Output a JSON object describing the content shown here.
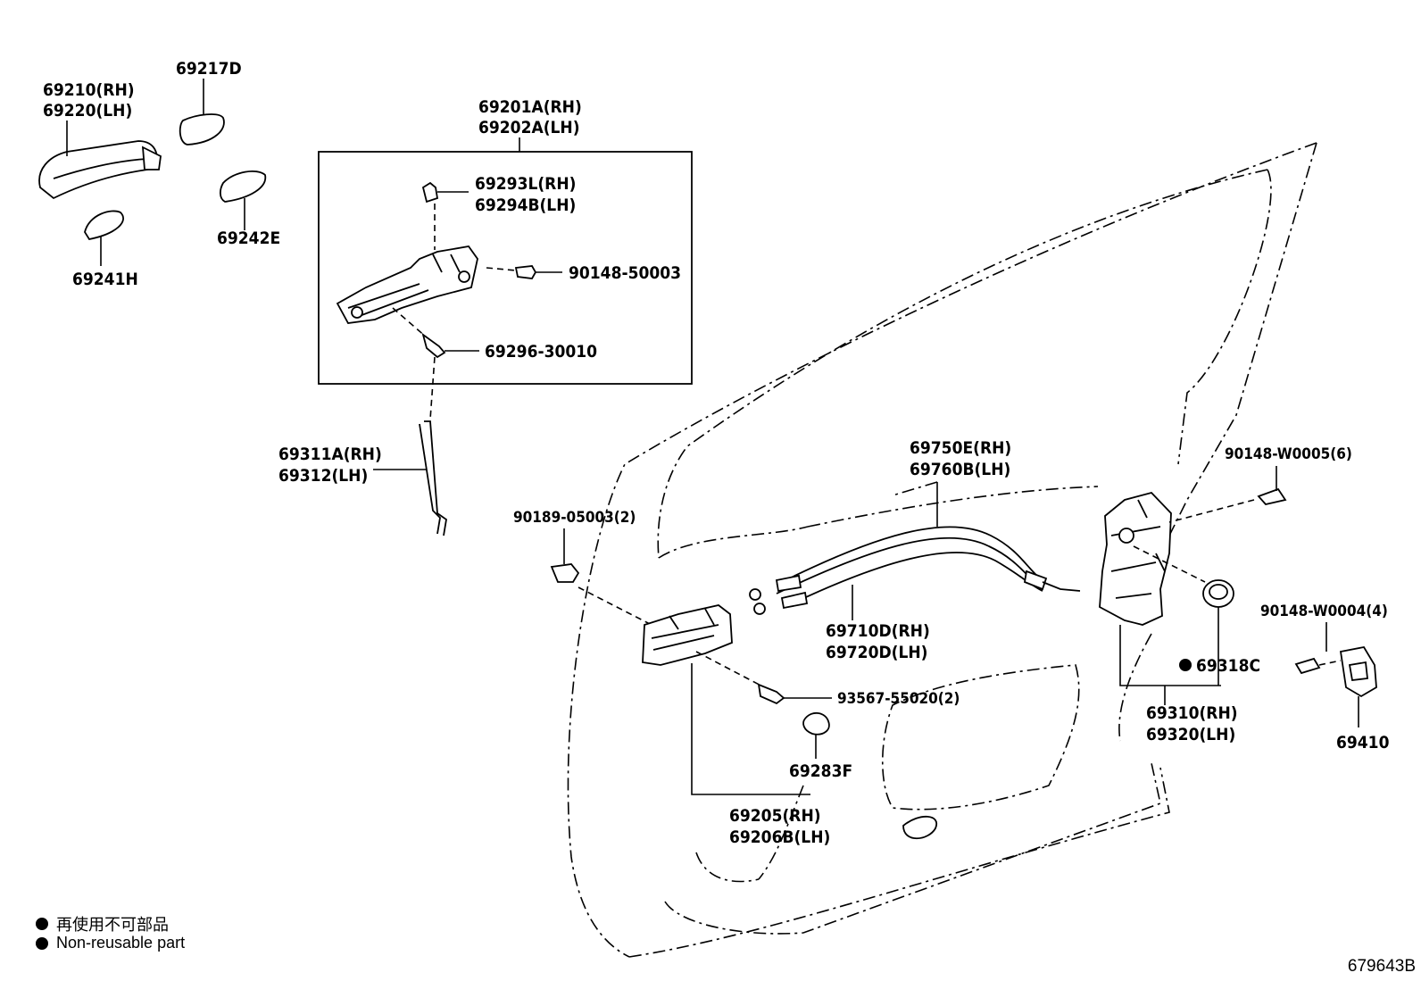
{
  "parts": {
    "outside_handle": {
      "rh": "69210(RH)",
      "lh": "69220(LH)"
    },
    "handle_cover": "69217D",
    "pad_front": "69241H",
    "pad_rear": "69242E",
    "frame_assembly": {
      "rh": "69201A(RH)",
      "lh": "69202A(LH)"
    },
    "frame_bracket": {
      "rh": "69293L(RH)",
      "lh": "69294B(LH)"
    },
    "frame_screw": "90148-50003",
    "frame_bolt": "69296-30010",
    "lock_rod": {
      "rh": "69311A(RH)",
      "lh": "69312(LH)"
    },
    "clip": "90189-05003(2)",
    "inside_cable": {
      "rh": "69750E(RH)",
      "lh": "69760B(LH)"
    },
    "inside_cable_2": {
      "rh": "69710D(RH)",
      "lh": "69720D(LH)"
    },
    "screw_inside": "93567-55020(2)",
    "cap": "69283F",
    "inside_handle": {
      "rh": "69205(RH)",
      "lh": "69206B(LH)"
    },
    "lock_screw": "90148-W0005(6)",
    "grommet": "69318C",
    "lock_assembly": {
      "rh": "69310(RH)",
      "lh": "69320(LH)"
    },
    "striker_screw": "90148-W0004(4)",
    "striker": "69410"
  },
  "legend": {
    "jp": "再使用不可部品",
    "en": "Non-reusable part"
  },
  "figure_id": "679643B"
}
